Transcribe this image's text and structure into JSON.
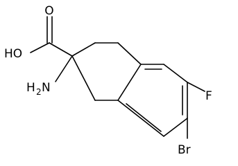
{
  "molecule": {
    "atoms": {
      "oxygen_double": "O",
      "hydroxyl": "HO",
      "amino_h": "H",
      "amino_sub": "2",
      "amino_n": "N",
      "fluorine": "F",
      "bromine": "Br"
    }
  }
}
